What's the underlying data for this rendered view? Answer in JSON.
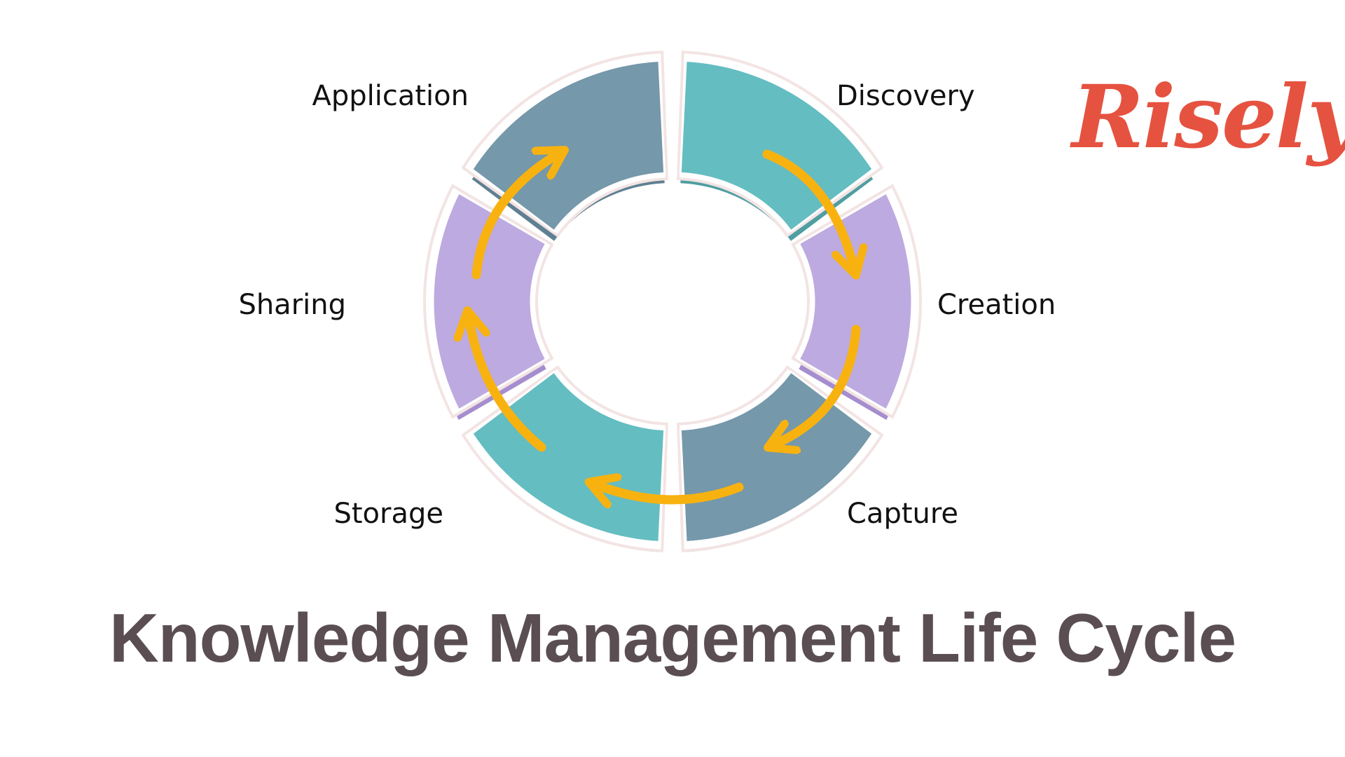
{
  "diagram": {
    "title": "Knowledge Management Life Cycle",
    "brand": "Risely",
    "stages": [
      {
        "label": "Discovery",
        "color": "#64bdc1",
        "shadow": "#4f9ea2"
      },
      {
        "label": "Creation",
        "color": "#bdaae0",
        "shadow": "#a58ecf"
      },
      {
        "label": "Capture",
        "color": "#7598aa",
        "shadow": "#5f8092"
      },
      {
        "label": "Storage",
        "color": "#64bdc1",
        "shadow": "#4f9ea2"
      },
      {
        "label": "Sharing",
        "color": "#bdaae0",
        "shadow": "#a58ecf"
      },
      {
        "label": "Application",
        "color": "#7598aa",
        "shadow": "#5f8092"
      }
    ],
    "arrow_color": "#f8b210",
    "outline_color": "#f3e4e4",
    "flow": "clockwise"
  },
  "colors": {
    "title": "#5a4e53",
    "brand": "#e65240",
    "background": "#ffffff"
  }
}
